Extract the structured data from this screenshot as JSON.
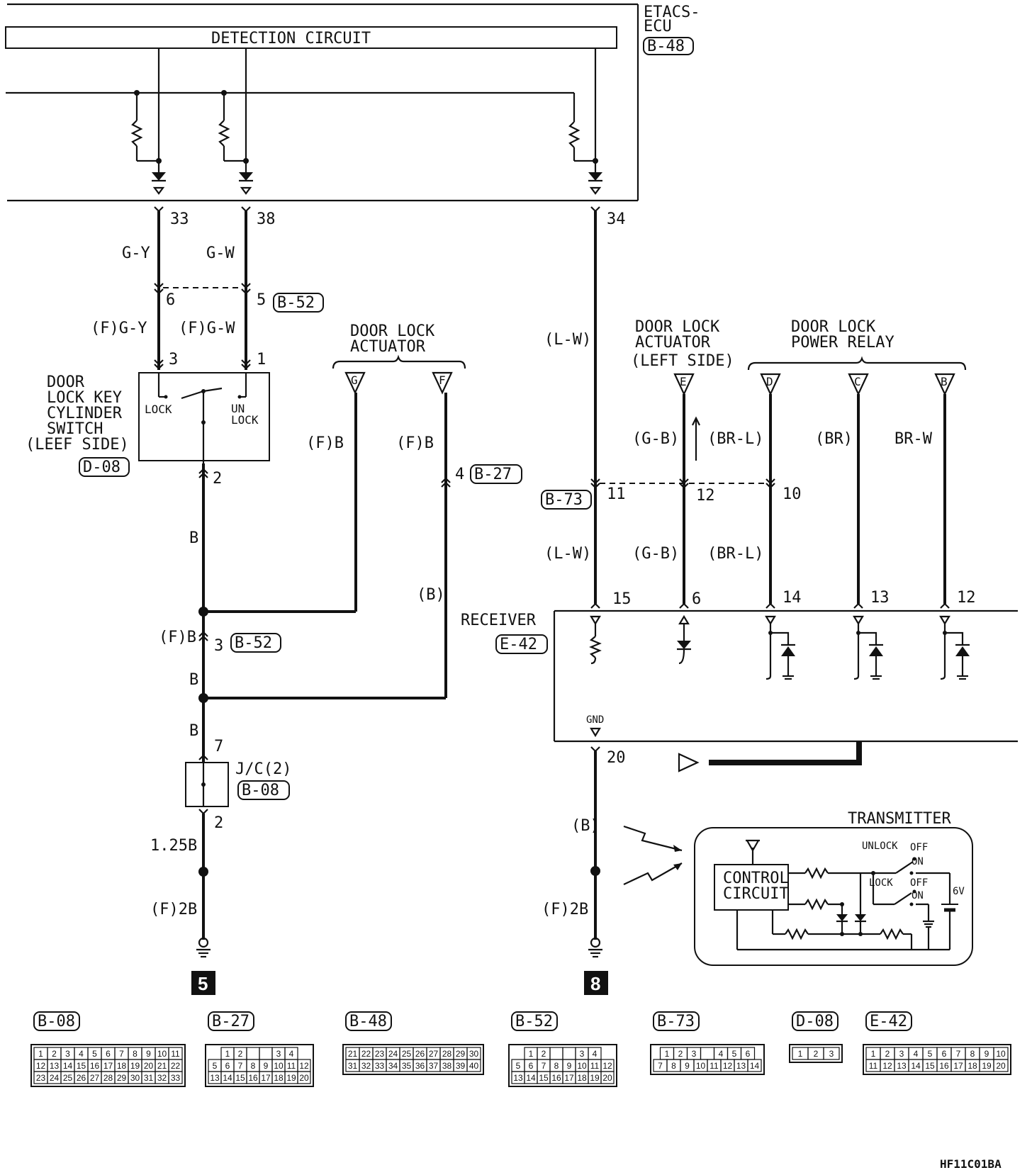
{
  "ecu": {
    "name_line1": "ETACS-",
    "name_line2": "ECU",
    "connector": "B-48",
    "detection": "DETECTION CIRCUIT",
    "pin_a": "33",
    "pin_b": "38",
    "pin_c": "34"
  },
  "left_wires": {
    "wire_a": "G-Y",
    "wire_b": "G-W",
    "joint_pin_a": "6",
    "joint_pin_b": "5",
    "joint_conn": "B-52",
    "f_wire_a": "(F)G-Y",
    "f_wire_b": "(F)G-W",
    "sw_pin_a": "3",
    "sw_pin_b": "1"
  },
  "key_switch": {
    "line1": "DOOR",
    "line2": "LOCK KEY",
    "line3": "CYLINDER",
    "line4": "SWITCH",
    "line5": "(LEEF SIDE)",
    "connector": "D-08",
    "lock": "LOCK",
    "unlock1": "UN",
    "unlock2": "LOCK",
    "pin_out": "2"
  },
  "actuator": {
    "line1": "DOOR LOCK",
    "line2": "ACTUATOR",
    "pin_g": "G",
    "pin_f": "F",
    "wire_g": "(F)B",
    "wire_f": "(F)B",
    "f_pin": "4",
    "f_conn": "B-27",
    "f_lower_wire": "(B)"
  },
  "ground_left": {
    "wire_b1": "B",
    "wire_fb": "(F)B",
    "joint_pin": "3",
    "joint_conn": "B-52",
    "wire_b2": "B",
    "wire_b3": "B",
    "jc_pin_in": "7",
    "jc_name": "J/C(2)",
    "jc_conn": "B-08",
    "jc_pin_out": "2",
    "wire_125": "1.25B",
    "wire_f2b": "(F)2B",
    "ground_no": "5"
  },
  "right_wires": {
    "wire_lw_top": "(L-W)",
    "actuator_left1": "DOOR LOCK",
    "actuator_left2": "ACTUATOR",
    "actuator_left3": "(LEFT SIDE)",
    "relay1": "DOOR LOCK",
    "relay2": "POWER RELAY",
    "pin_e": "E",
    "pin_d": "D",
    "pin_c": "C",
    "pin_b": "B",
    "wire_gb": "(G-B)",
    "wire_brl": "(BR-L)",
    "wire_br": "(BR)",
    "wire_brw": "BR-W",
    "joint_conn": "B-73",
    "joint_11": "11",
    "joint_12": "12",
    "joint_10": "10",
    "wire_lw_low": "(L-W)",
    "wire_gb_low": "(G-B)",
    "wire_brl_low": "(BR-L)"
  },
  "receiver": {
    "name": "RECEIVER",
    "connector": "E-42",
    "pin_15": "15",
    "pin_6": "6",
    "pin_14": "14",
    "pin_13": "13",
    "pin_12": "12",
    "gnd": "GND",
    "pin_20": "20",
    "wire_b": "(B)",
    "wire_f2b": "(F)2B",
    "ground_no": "8"
  },
  "transmitter": {
    "title": "TRANSMITTER",
    "control1": "CONTROL",
    "control2": "CIRCUIT",
    "unlock": "UNLOCK",
    "lock": "LOCK",
    "off1": "OFF",
    "on1": "ON",
    "off2": "OFF",
    "on2": "ON",
    "volt": "6V"
  },
  "connectors": [
    {
      "label": "B-08",
      "rows": [
        [
          "1",
          "2",
          "3",
          "4",
          "5",
          "6",
          "7",
          "8",
          "9",
          "10",
          "11"
        ],
        [
          "12",
          "13",
          "14",
          "15",
          "16",
          "17",
          "18",
          "19",
          "20",
          "21",
          "22"
        ],
        [
          "23",
          "24",
          "25",
          "26",
          "27",
          "28",
          "29",
          "30",
          "31",
          "32",
          "33"
        ]
      ]
    },
    {
      "label": "B-27",
      "rows": [
        [
          "1",
          "2",
          "",
          "",
          "3",
          "4"
        ],
        [
          "5",
          "6",
          "7",
          "8",
          "9",
          "10",
          "11",
          "12"
        ],
        [
          "13",
          "14",
          "15",
          "16",
          "17",
          "18",
          "19",
          "20"
        ]
      ]
    },
    {
      "label": "B-48",
      "rows": [
        [
          "21",
          "22",
          "23",
          "24",
          "25",
          "26",
          "27",
          "28",
          "29",
          "30"
        ],
        [
          "31",
          "32",
          "33",
          "34",
          "35",
          "36",
          "37",
          "38",
          "39",
          "40"
        ]
      ]
    },
    {
      "label": "B-52",
      "rows": [
        [
          "1",
          "2",
          "",
          "",
          "3",
          "4"
        ],
        [
          "5",
          "6",
          "7",
          "8",
          "9",
          "10",
          "11",
          "12"
        ],
        [
          "13",
          "14",
          "15",
          "16",
          "17",
          "18",
          "19",
          "20"
        ]
      ]
    },
    {
      "label": "B-73",
      "rows": [
        [
          "1",
          "2",
          "3",
          "",
          "4",
          "5",
          "6"
        ],
        [
          "7",
          "8",
          "9",
          "10",
          "11",
          "12",
          "13",
          "14"
        ]
      ]
    },
    {
      "label": "D-08",
      "rows": [
        [
          "1",
          "2",
          "3"
        ]
      ]
    },
    {
      "label": "E-42",
      "rows": [
        [
          "1",
          "2",
          "3",
          "4",
          "5",
          "6",
          "7",
          "8",
          "9",
          "10"
        ],
        [
          "11",
          "12",
          "13",
          "14",
          "15",
          "16",
          "17",
          "18",
          "19",
          "20"
        ]
      ]
    }
  ],
  "code": "HF11C01BA"
}
